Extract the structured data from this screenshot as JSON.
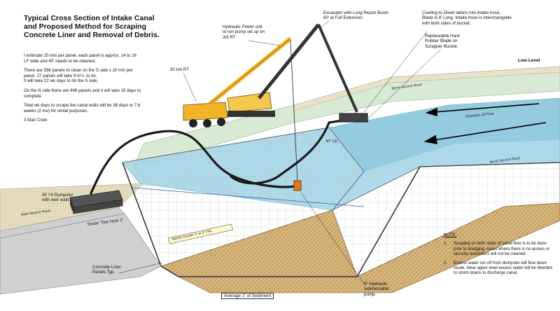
{
  "title": [
    "Typical Cross Section of Intake Canal",
    "and Proposed Method for Scraping",
    "Concrete Liner and Removal of Debris."
  ],
  "notes": [
    "I estimate 20 min per panel, each panel is approx. 14 to 16 LF wide and 45' needs to be cleaned.",
    "There are 598 panels to clean on the S side x 20 min per panel. 27 panels will take 9 hr's. to do.",
    "It will take 22 wk days to do the S side.",
    "On the N side there are 448 panels and it will take 16 days to complete",
    "Total wk days to scrape the canal walls will be 38 days or 7.6 weeks (2 mo) for rental purposes.",
    "3 Man Crew"
  ],
  "labels": {
    "hydraulic_power": [
      "Hydraulic Power unit",
      "to run pump set up on",
      "30t RT"
    ],
    "excavator": [
      "Excavator with Long Reach Boom",
      "60' at Full Extension."
    ],
    "cowling": [
      "Cowling to Divert debris into intake hose.",
      "Blade is 8' Long. Intake hose is interchangable",
      "with both sides of bucket."
    ],
    "blade": [
      "Replaceable Hard",
      "Rubber Blade on",
      "Scrapper Bucket."
    ],
    "crane": "30 ton RT",
    "low_level": "Low Level",
    "berm_road_top": "Berm Service Road",
    "berm_road_right": "Berm Service Road",
    "main_road": "Main Service Road",
    "flow": "Direction of Flow",
    "angle": "40° Up",
    "dumpster": [
      "30 Yd Dumpster",
      "with weir walls"
    ],
    "swale": "Swale \"See Note 2\"",
    "marine_growth": "Marine Growth 1\" to 3\" Thk.",
    "liner": [
      "Concrete Liner",
      "Panels Typ."
    ],
    "pump": [
      "6\" Hydraulic",
      "submersable",
      "pump."
    ],
    "sediment": "Average 2' of Sediment"
  },
  "note_box": {
    "heading": "NOTE:",
    "items": [
      {
        "num": "1.",
        "text": "Scraping on both sides of canal liner is to be done prior to dredging. Areas where there is no access or security restrictions will not be cleaned."
      },
      {
        "num": "2.",
        "text": "Excess water run off from dumpster will flow down swale. Near upper level excess water will be diverted to storm drains to discharge canal."
      }
    ]
  },
  "colors": {
    "water": "#a9d8e8",
    "water_dark": "#7fbfd6",
    "berm": "#d9ead4",
    "road": "#e2d6b0",
    "liner": "#f2f2f2",
    "crane": "#f0b429",
    "excavator": "#f2c94c",
    "hose": "#1a1a1a",
    "sediment": "#d8b57a"
  }
}
